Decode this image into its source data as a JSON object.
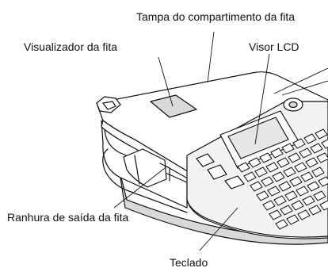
{
  "labels": {
    "tape_compartment_cover": "Tampa do compartimento da fita",
    "tape_viewer": "Visualizador da fita",
    "lcd_display": "Visor LCD",
    "tape_exit_slot": "Ranhura de saída da fita",
    "keyboard": "Teclado"
  },
  "colors": {
    "line": "#111111",
    "body_fill": "#ffffff",
    "keyboard_fill": "#f2f2f2",
    "key_fill": "#ffffff",
    "screen_fill": "#e6e6e6",
    "shade": "#d9d9d9"
  }
}
